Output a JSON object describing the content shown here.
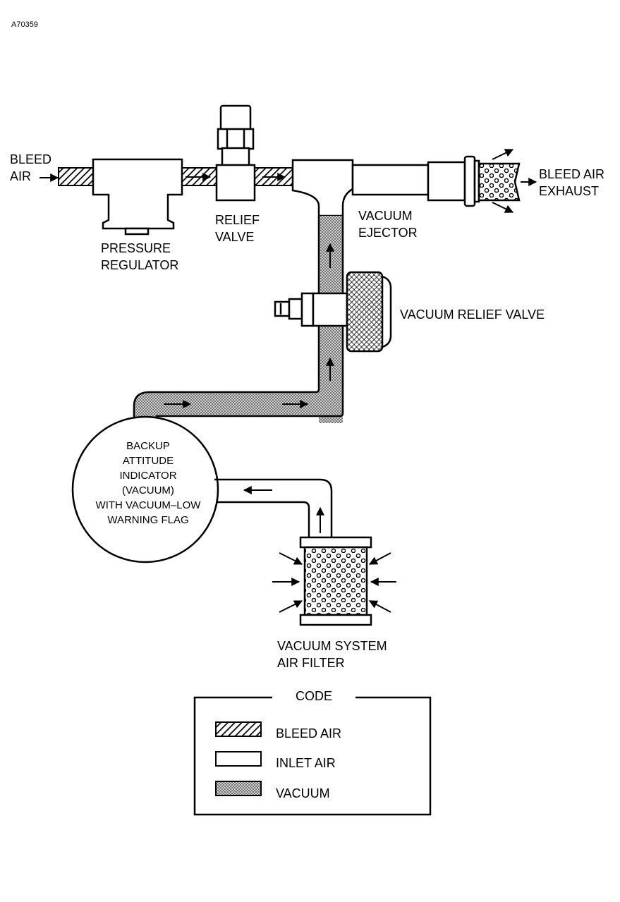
{
  "figure_id": "A70359",
  "labels": {
    "bleed_air_in": [
      "BLEED",
      "AIR"
    ],
    "pressure_regulator": [
      "PRESSURE",
      "REGULATOR"
    ],
    "relief_valve": [
      "RELIEF",
      "VALVE"
    ],
    "vacuum_ejector": [
      "VACUUM",
      "EJECTOR"
    ],
    "bleed_air_exhaust": [
      "BLEED AIR",
      "EXHAUST"
    ],
    "vacuum_relief_valve": "VACUUM RELIEF VALVE",
    "backup_attitude_indicator": [
      "BACKUP",
      "ATTITUDE",
      "INDICATOR",
      "(VACUUM)",
      "WITH VACUUM–LOW",
      "WARNING FLAG"
    ],
    "vacuum_system_air_filter": [
      "VACUUM SYSTEM",
      "AIR FILTER"
    ]
  },
  "legend": {
    "title": "CODE",
    "items": [
      {
        "label": "BLEED AIR",
        "pattern": "hatch"
      },
      {
        "label": "INLET AIR",
        "pattern": "plain"
      },
      {
        "label": "VACUUM",
        "pattern": "dots"
      }
    ]
  },
  "colors": {
    "ink": "#000000",
    "paper": "#ffffff",
    "vacuum_fill": "#bdbdbd"
  }
}
